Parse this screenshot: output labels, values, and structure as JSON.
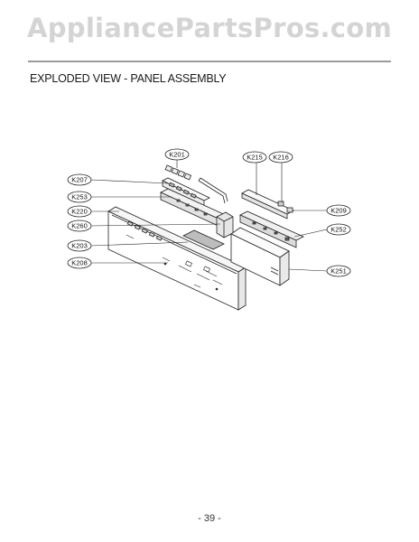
{
  "watermark": "AppliancePartsPros.com",
  "section_title": "EXPLODED VIEW - PANEL ASSEMBLY",
  "page_number": "- 39 -",
  "callouts": {
    "k201": "K201",
    "k207": "K207",
    "k253": "K253",
    "k220": "K220",
    "k260": "K260",
    "k203": "K203",
    "k208": "K208",
    "k215": "K215",
    "k216": "K216",
    "k209": "K209",
    "k252": "K252",
    "k251": "K251"
  }
}
